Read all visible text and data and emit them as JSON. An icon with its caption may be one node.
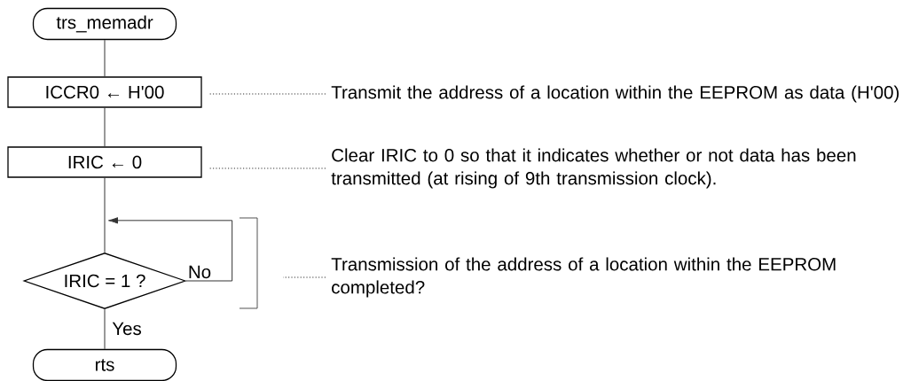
{
  "diagram": {
    "nodes": [
      {
        "text": [
          "trs_memadr"
        ]
      },
      {
        "text": [
          "ICCR0 ← H'00"
        ]
      },
      {
        "text": [
          "IRIC ← 0"
        ]
      },
      {
        "text": [
          "IRIC = 1 ?"
        ]
      },
      {
        "text": [
          "rts"
        ]
      },
      {
        "text": [
          "Transmit the address of a location within the EEPROM as data (H'00)"
        ]
      },
      {
        "text": [
          "Clear IRIC to 0 so that it indicates whether or not data has been transmitted (at rising of 9th transmission clock)."
        ]
      },
      {
        "text": [
          "Transmission of the address of a location within the EEPROM completed?"
        ]
      }
    ],
    "edges": [
      {
        "from": 0,
        "to": 1,
        "arrow": "none"
      },
      {
        "from": 1,
        "to": 2,
        "arrow": "none"
      },
      {
        "from": 2,
        "to": 3,
        "arrow": "none"
      },
      {
        "from": 3,
        "to": 3,
        "arrow": "to",
        "label": "No"
      },
      {
        "from": 3,
        "to": 4,
        "arrow": "none",
        "label": "Yes"
      },
      {
        "from": 5,
        "to": 1,
        "arrow": "none",
        "style": "dashed"
      },
      {
        "from": 6,
        "to": 2,
        "arrow": "none",
        "style": "dashed"
      },
      {
        "from": 7,
        "to": null,
        "arrow": "none",
        "style": "dashed"
      }
    ]
  }
}
